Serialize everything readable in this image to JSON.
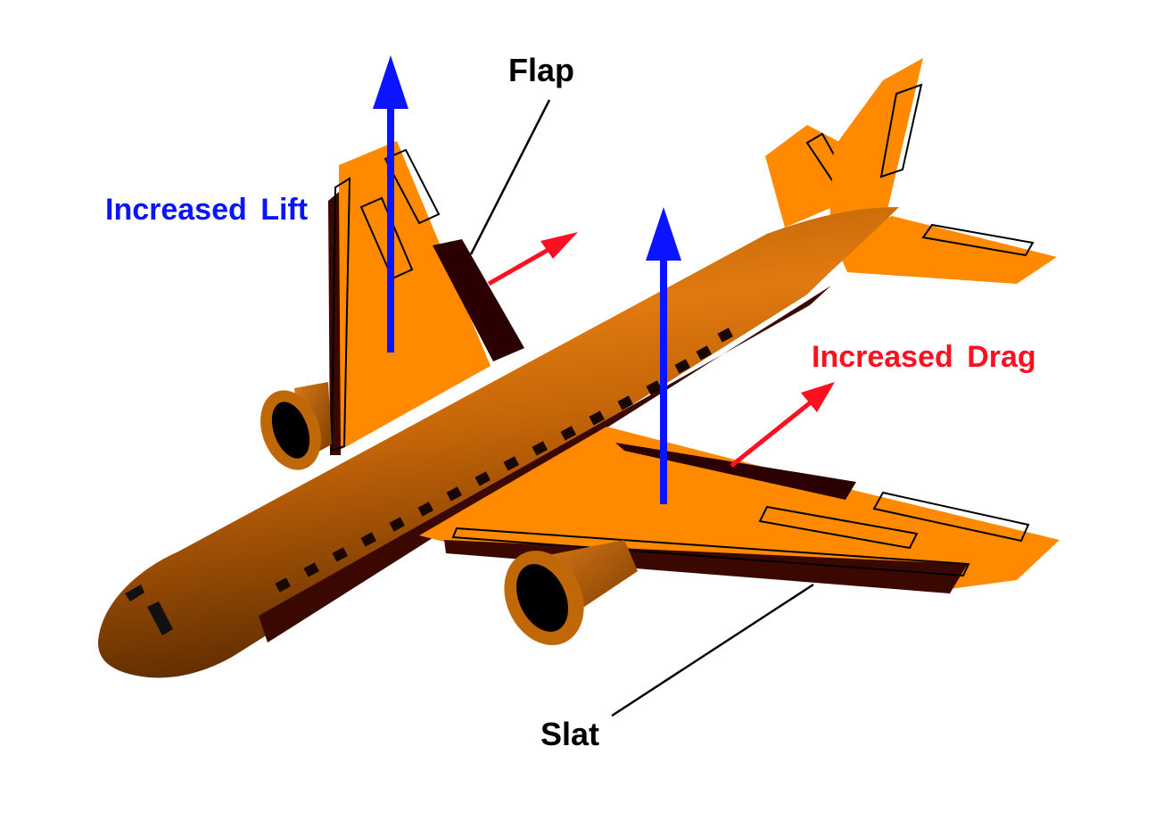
{
  "diagram": {
    "labels": {
      "increased_lift": "Increased  Lift",
      "increased_drag": "Increased  Drag",
      "flap": "Flap",
      "slat": "Slat"
    },
    "colors": {
      "lift": "#0a14ff",
      "drag": "#ff1020",
      "callout": "#000000",
      "airframe": "#ff8a00",
      "airframe_shadow": "#b05a00",
      "dark_surface": "#2a0000"
    }
  }
}
